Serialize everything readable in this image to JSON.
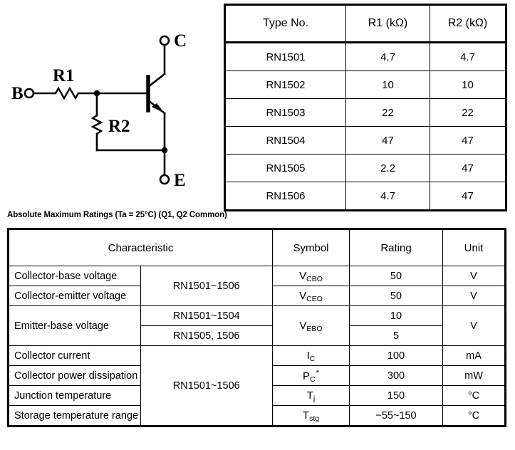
{
  "schematic": {
    "terminals": {
      "base": "B",
      "collector": "C",
      "emitter": "E"
    },
    "resistors": {
      "r1": "R1",
      "r2": "R2"
    }
  },
  "resistor_table": {
    "columns": [
      "Type No.",
      "R1 (kΩ)",
      "R2 (kΩ)"
    ],
    "rows": [
      {
        "type": "RN1501",
        "r1": "4.7",
        "r2": "4.7"
      },
      {
        "type": "RN1502",
        "r1": "10",
        "r2": "10"
      },
      {
        "type": "RN1503",
        "r1": "22",
        "r2": "22"
      },
      {
        "type": "RN1504",
        "r1": "47",
        "r2": "47"
      },
      {
        "type": "RN1505",
        "r1": "2.2",
        "r2": "47"
      },
      {
        "type": "RN1506",
        "r1": "4.7",
        "r2": "47"
      }
    ]
  },
  "ratings": {
    "caption": "Absolute Maximum Ratings (Ta = 25°C) (Q1, Q2 Common)",
    "columns": {
      "characteristic": "Characteristic",
      "symbol": "Symbol",
      "rating": "Rating",
      "unit": "Unit"
    },
    "rows": [
      {
        "characteristic": "Collector-base voltage",
        "parts": "RN1501~1506",
        "symbol_base": "V",
        "symbol_sub": "CBO",
        "rating": "50",
        "unit": "V"
      },
      {
        "characteristic": "Collector-emitter voltage",
        "symbol_base": "V",
        "symbol_sub": "CEO",
        "rating": "50",
        "unit": "V"
      },
      {
        "characteristic": "Emitter-base voltage",
        "parts_a": "RN1501~1504",
        "parts_b": "RN1505, 1506",
        "symbol_base": "V",
        "symbol_sub": "EBO",
        "rating_a": "10",
        "rating_b": "5",
        "unit": "V"
      },
      {
        "characteristic": "Collector current",
        "parts": "RN1501~1506",
        "symbol_base": "I",
        "symbol_sub": "C",
        "rating": "100",
        "unit": "mA"
      },
      {
        "characteristic": "Collector power dissipation",
        "symbol_base": "P",
        "symbol_sub": "C",
        "symbol_note": "*",
        "rating": "300",
        "unit": "mW"
      },
      {
        "characteristic": "Junction temperature",
        "symbol_base": "T",
        "symbol_sub": "j",
        "rating": "150",
        "unit": "°C"
      },
      {
        "characteristic": "Storage temperature range",
        "symbol_base": "T",
        "symbol_sub": "stg",
        "rating": "−55~150",
        "unit": "°C"
      }
    ]
  }
}
